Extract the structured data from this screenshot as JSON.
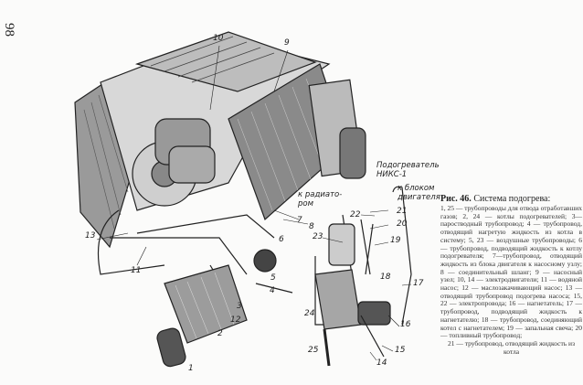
{
  "page_number": "98",
  "figure": {
    "labels": [
      "1",
      "2",
      "3",
      "4",
      "5",
      "6",
      "7",
      "8",
      "9",
      "10",
      "11",
      "12",
      "13",
      "14",
      "15",
      "16",
      "17",
      "18",
      "19",
      "20",
      "21",
      "22",
      "23",
      "24",
      "25"
    ],
    "annotations": {
      "heater": "Подогреватель НИКС-1",
      "to_engine_block": "к блоком двигателя",
      "to_radiator": "к радиато-ром"
    }
  },
  "caption": {
    "fig_label": "Рис. 46.",
    "title": "Система подогрева:",
    "body": "1, 25 — трубопроводы для отвода отработавших газов; 2, 24 — котлы подогревателей; 3—паростводный трубопровод; 4 — трубопровод, отводящий нагретую жидкость из котла в систему; 5, 23 — воздушные трубопроводы; 6 — трубопровод, подводящий жидкость к котлу подогревателя; 7—трубопровод, отводящий жидкость из блока двигателя к насосному узлу; 8 — соединительный шланг; 9 — насосный узел; 10, 14 — электродвигатели; 11 — водяной насос; 12 — маслозакачивающий насос; 13 — отводящий трубопровод подогрева насоса; 15, 22 — электропровода; 16 — нагнетатель; 17 — трубопровод, подводящий жидкость к нагнетателю; 18 — трубопровод, соединяющий котел с нагнетателем; 19 — запальная свеча; 20 — топливный трубопровод;",
    "ending": "21 — трубопровод, отводящий жидкость из котла"
  }
}
